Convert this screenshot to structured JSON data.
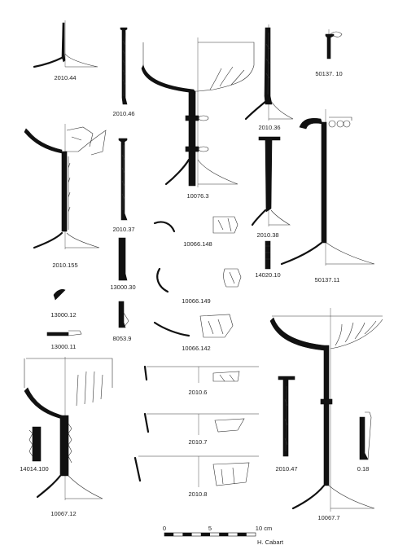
{
  "plate": {
    "labels": {
      "l_2010_44": "2010.44",
      "l_2010_46": "2010.46",
      "l_10076_3": "10076.3",
      "l_2010_36": "2010.36",
      "l_50137_10": "50137. 10",
      "l_2010_155": "2010.155",
      "l_2010_37": "2010.37",
      "l_10066_148": "10066.148",
      "l_2010_38": "2010.38",
      "l_50137_11": "50137.11",
      "l_13000_30": "13000.30",
      "l_10066_149": "10066.149",
      "l_14020_10": "14020.10",
      "l_13000_12": "13000.12",
      "l_13000_11": "13000.11",
      "l_8053_9": "8053.9",
      "l_10066_142": "10066.142",
      "l_2010_6": "2010.6",
      "l_2010_7": "2010.7",
      "l_2010_8": "2010.8",
      "l_14014_100": "14014.100",
      "l_10067_12": "10067.12",
      "l_2010_47": "2010.47",
      "l_0_18": "0.18",
      "l_10067_7": "10067.7"
    },
    "scale": {
      "tick_0": "0",
      "tick_5": "5",
      "tick_10": "10 cm",
      "credit": "H. Cabart"
    }
  }
}
